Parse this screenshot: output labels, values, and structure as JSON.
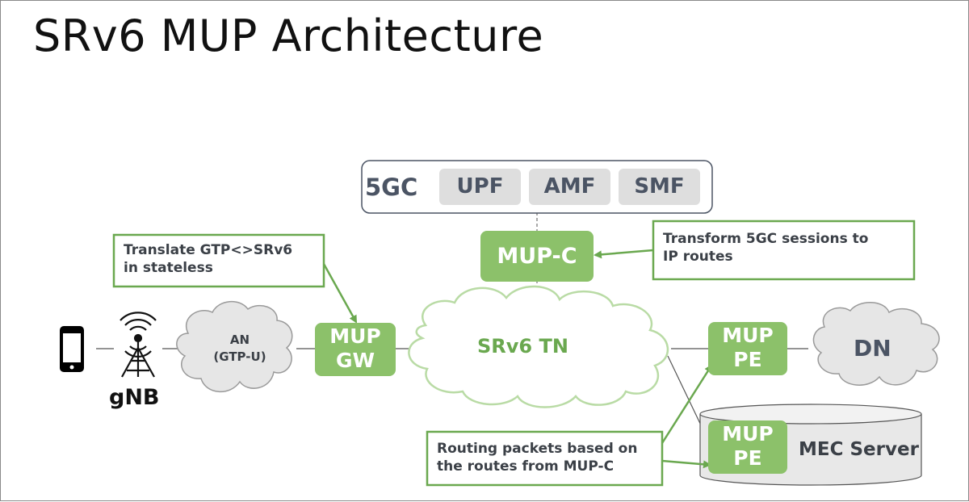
{
  "title": "SRv6 MUP Architecture",
  "core": {
    "label": "5GC",
    "functions": [
      "UPF",
      "AMF",
      "SMF"
    ]
  },
  "nodes": {
    "mup_c": "MUP-C",
    "mup_gw": [
      "MUP",
      "GW"
    ],
    "mup_pe": [
      "MUP",
      "PE"
    ],
    "mup_pe_mec": [
      "MUP",
      "PE"
    ],
    "an": [
      "AN",
      "(GTP-U)"
    ],
    "tn": "SRv6 TN",
    "dn": "DN",
    "gnb": "gNB",
    "mec_server": "MEC Server"
  },
  "callouts": {
    "gw_note": [
      "Translate GTP<>SRv6",
      "in stateless"
    ],
    "c_note": [
      "Transform 5GC sessions to",
      "IP routes"
    ],
    "pe_note": [
      "Routing packets based on",
      "the routes from MUP-C"
    ]
  },
  "colors": {
    "green": "#8cc16a",
    "green_border": "#6aa84f",
    "tn_text": "#6aa84f",
    "cloud_fill": "#e6e6e6",
    "chip_fill": "#dedede",
    "dark_text": "#4b5464"
  }
}
